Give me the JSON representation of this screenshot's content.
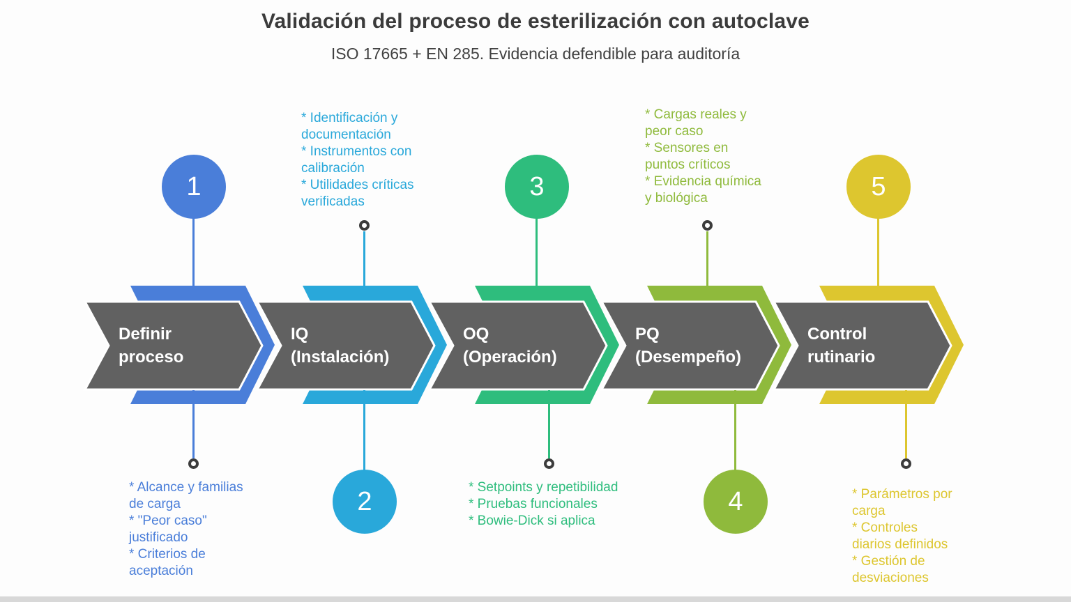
{
  "header": {
    "title": "Validación del proceso de esterilización con autoclave",
    "subtitle": "ISO 17665 + EN 285. Evidencia defendible para auditoría"
  },
  "steps": [
    {
      "number": "1",
      "label": "Definir\nproceso",
      "color": "#4a7ed9",
      "note_position": "bottom",
      "note": "* Alcance y familias\nde carga\n* \"Peor caso\"\njustificado\n* Criterios de\naceptación"
    },
    {
      "number": "2",
      "label": "IQ\n(Instalación)",
      "color": "#29a8da",
      "note_position": "top",
      "note": "* Identificación y\ndocumentación\n* Instrumentos con\ncalibración\n* Utilidades críticas\nverificadas"
    },
    {
      "number": "3",
      "label": "OQ\n(Operación)",
      "color": "#2ebd7d",
      "note_position": "bottom",
      "note": "* Setpoints y repetibilidad\n* Pruebas funcionales\n* Bowie-Dick si aplica"
    },
    {
      "number": "4",
      "label": "PQ\n(Desempeño)",
      "color": "#8fba3c",
      "note_position": "top",
      "note": "* Cargas reales y\npeor caso\n* Sensores en\npuntos críticos\n* Evidencia química\ny biológica"
    },
    {
      "number": "5",
      "label": "Control\nrutinario",
      "color": "#ddc62f",
      "note_position": "bottom",
      "note": "* Parámetros por\ncarga\n* Controles\ndiarios definidos\n* Gestión de\ndesviaciones"
    }
  ],
  "colors": {
    "arrow_body": "#616161",
    "arrow_stroke": "#ffffff",
    "ring": "#3c3c3c",
    "title_text": "#3b3b3b",
    "subtitle_text": "#414141",
    "bottom_bar": "#d8d8d8"
  }
}
